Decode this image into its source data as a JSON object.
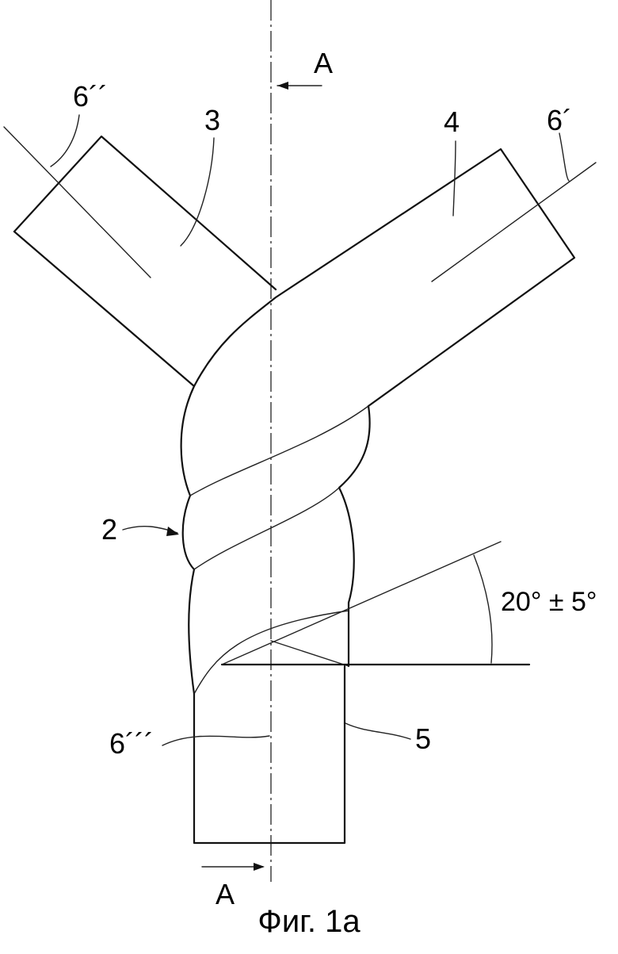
{
  "labels": {
    "section_top": "A",
    "section_bottom": "A",
    "axis_left": "6´´",
    "axis_right": "6´",
    "axis_bottom": "6´´´",
    "branch_left": "3",
    "branch_right": "4",
    "twisted_part": "2",
    "stem": "5",
    "angle": "20° ± 5°"
  },
  "caption": "Фиг. 1а"
}
